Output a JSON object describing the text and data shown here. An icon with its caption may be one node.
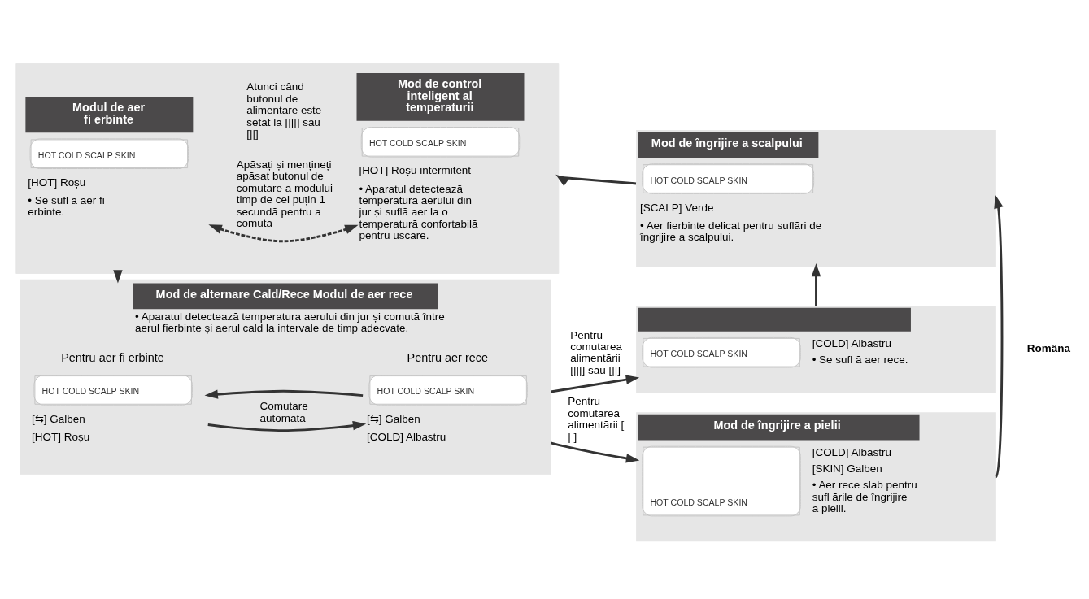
{
  "diagram": {
    "nodes": [
      {
        "text": [],
        "shape": "box"
      },
      {
        "text": [
          "Modul de aer fi erbinte",
          "HOT COLD SCALP SKIN",
          "[HOT] Roșu",
          "• Se sufl ă aer fi erbinte."
        ],
        "in": 0
      },
      {
        "text": [
          "Mod de control inteligent al temperaturii",
          "HOT COLD SCALP SKIN",
          "[HOT] Roșu intermitent",
          "• Aparatul detectează temperatura aerului din jur și suflă aer la o temperatură confortabilă pentru uscare."
        ],
        "in": 0
      },
      {
        "text": [
          "Mod de îngrijire a scalpului",
          "HOT COLD SCALP SKIN",
          "[SCALP] Verde",
          "• Aer fierbinte delicat pentru suflări de îngrijire a scalpului."
        ]
      },
      {
        "text": [
          "Mod de alternare Cald/Rece Modul de aer rece",
          "• Aparatul detectează temperatura aerului din jur și comută între aerul fierbinte și aerul cald la intervale de timp adecvate."
        ]
      },
      {
        "text": [
          "Pentru aer fi erbinte",
          "HOT COLD SCALP SKIN",
          "[⇆] Galben",
          "[HOT] Roșu"
        ],
        "in": 4
      },
      {
        "text": [
          "Pentru aer rece",
          "HOT COLD SCALP SKIN",
          "[⇆] Galben",
          "[COLD] Albastru"
        ],
        "in": 4
      },
      {
        "text": [
          "HOT COLD SCALP SKIN",
          "[COLD] Albastru",
          "• Se sufl ă aer rece."
        ]
      },
      {
        "text": [
          "Mod de îngrijire a pielii",
          "HOT COLD SCALP SKIN",
          "[COLD] Albastru",
          "[SKIN] Galben",
          "• Aer rece slab pentru sufl ările de îngrijire a pielii."
        ]
      }
    ],
    "edges": [
      {
        "from": 1,
        "to": 2,
        "arrow": "both",
        "style": "dashed",
        "label": "Apăsați și mențineți apăsat butonul de comutare a modului timp de cel puțin 1 secundă pentru a comuta"
      },
      {
        "from": 3,
        "to": 0,
        "arrow": "to"
      },
      {
        "from": 0,
        "to": 4,
        "arrow": "to"
      },
      {
        "from": 6,
        "to": 5,
        "arrow": "to"
      },
      {
        "from": 5,
        "to": 6,
        "arrow": "to",
        "label": "Comutare automată"
      },
      {
        "from": 4,
        "to": 7,
        "arrow": "to",
        "label": "Pentru comutarea alimentării [|||] sau [||]"
      },
      {
        "from": 4,
        "to": 8,
        "arrow": "to",
        "label": "Pentru comutarea alimentării [ | ]"
      },
      {
        "from": 7,
        "to": 3,
        "arrow": "to"
      },
      {
        "from": 8,
        "to": 3,
        "arrow": "to"
      }
    ],
    "labels": [
      "Atunci când butonul de alimentare este setat la [|||] sau [||]",
      "Română"
    ]
  }
}
